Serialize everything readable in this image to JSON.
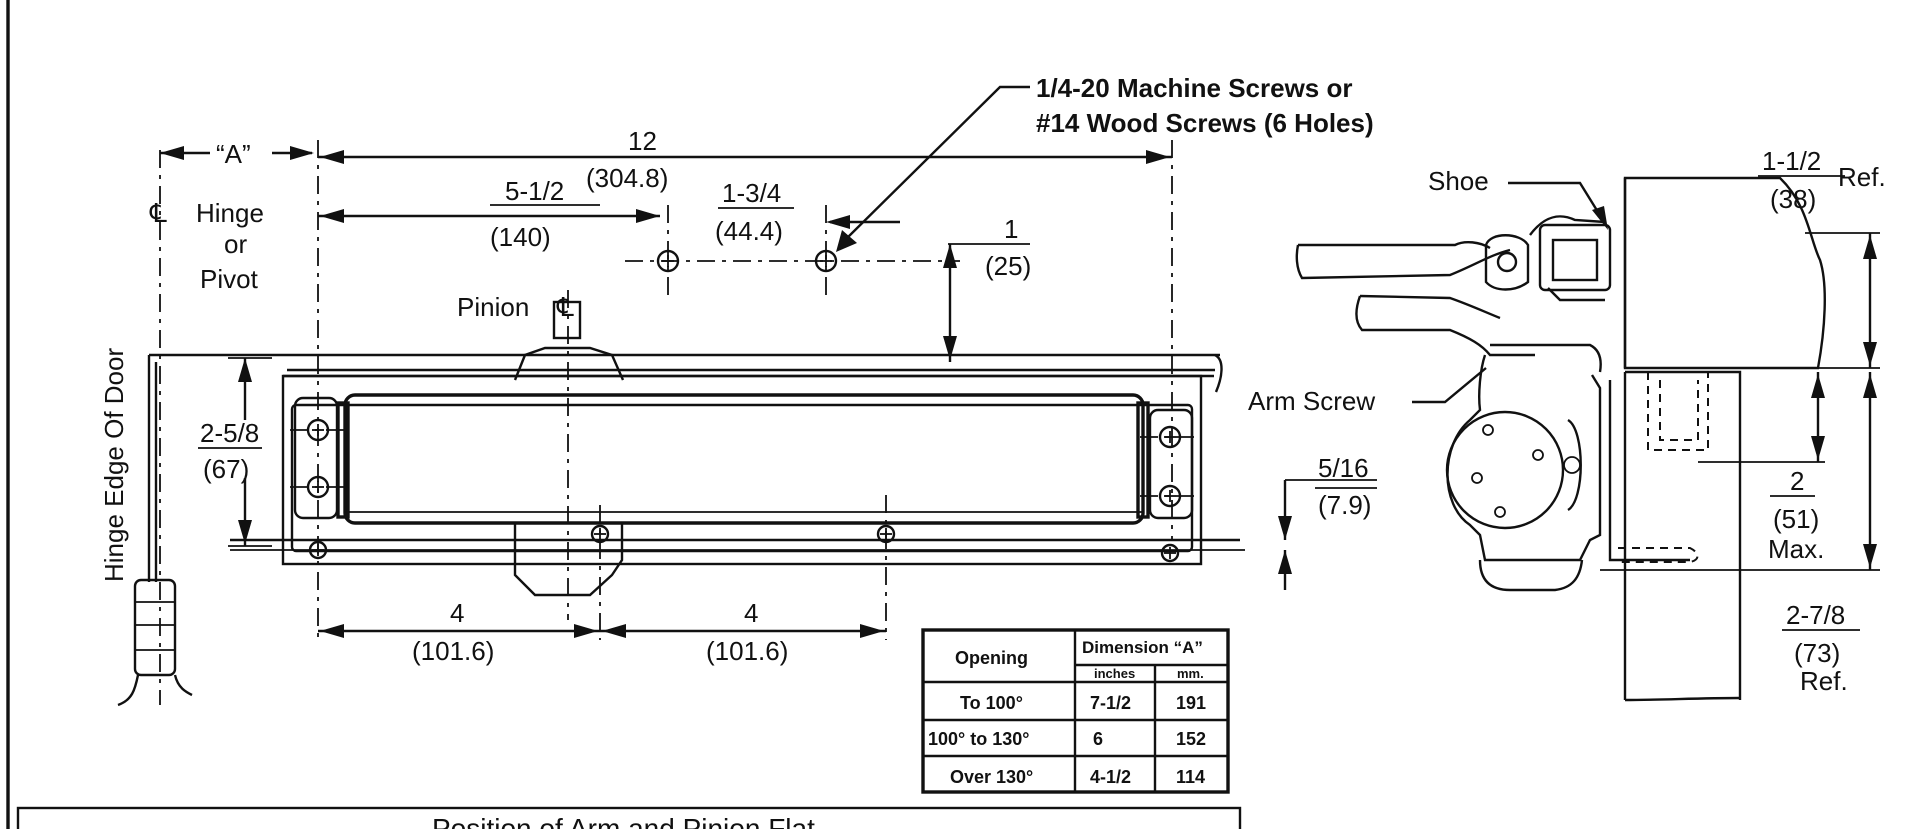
{
  "dimensions": {
    "a_label": "“A”",
    "d12": "12",
    "d12_mm": "(304.8)",
    "d5_12": "5-1/2",
    "d5_12_mm": "(140)",
    "d1_34": "1-3/4",
    "d1_34_mm": "(44.4)",
    "d1": "1",
    "d1_mm": "(25)",
    "d2_58": "2-5/8",
    "d2_58_mm": "(67)",
    "d5_16": "5/16",
    "d5_16_mm": "(7.9)",
    "d4_left": "4",
    "d4_left_mm": "(101.6)",
    "d4_right": "4",
    "d4_right_mm": "(101.6)",
    "d1_12": "1-1/2",
    "d1_12_mm": "(38)",
    "ref1": "Ref.",
    "d2": "2",
    "d2_mm": "(51)",
    "max": "Max.",
    "d2_78": "2-7/8",
    "d2_78_mm": "(73)",
    "ref2": "Ref."
  },
  "labels": {
    "centerline_symbol": "℄",
    "hinge": "Hinge",
    "or": "or",
    "pivot": "Pivot",
    "pinion": "Pinion",
    "screws_line1": "1/4-20 Machine Screws or",
    "screws_line2": "#14 Wood Screws (6 Holes)",
    "shoe": "Shoe",
    "arm_screw": "Arm Screw",
    "hinge_edge": "Hinge Edge Of Door",
    "bottom_title": "Position of Arm and Pinion Flat"
  },
  "table": {
    "header_opening": "Opening",
    "header_dimension": "Dimension “A”",
    "header_inches": "inches",
    "header_mm": "mm.",
    "rows": [
      {
        "opening": "To 100°",
        "inches": "7-1/2",
        "mm": "191"
      },
      {
        "opening": "100° to 130°",
        "inches": "6",
        "mm": "152"
      },
      {
        "opening": "Over 130°",
        "inches": "4-1/2",
        "mm": "114"
      }
    ]
  }
}
